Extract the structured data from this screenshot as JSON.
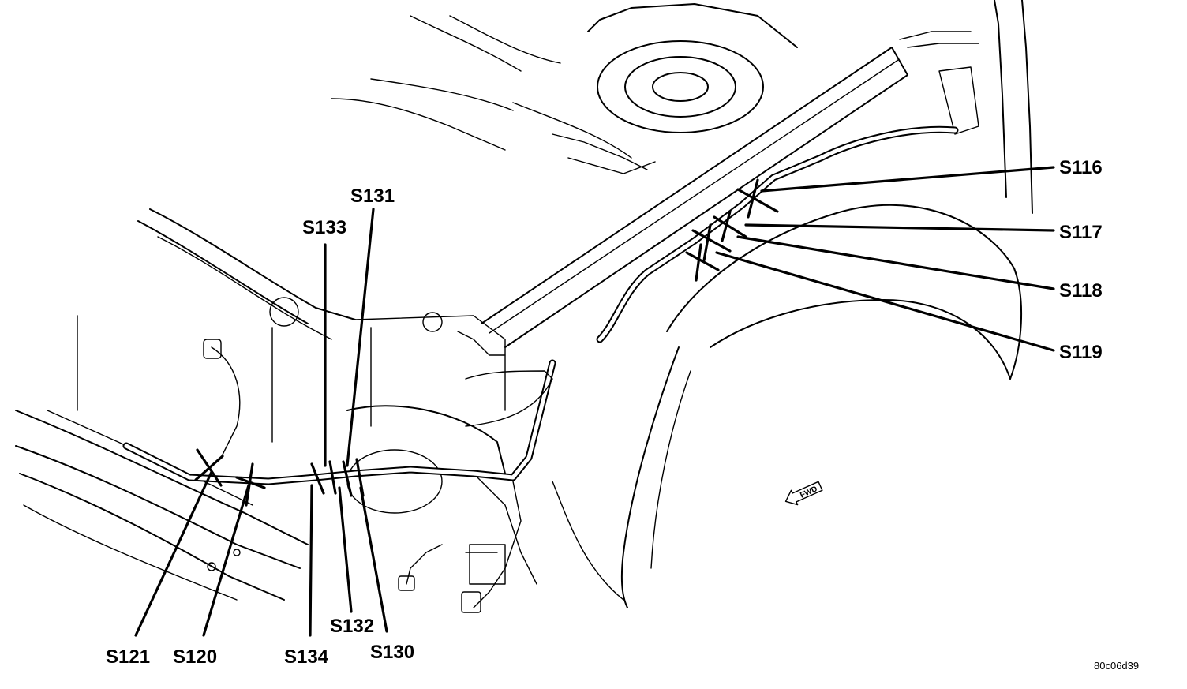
{
  "figure_code": "80c06d39",
  "direction_label": "FWD",
  "splices": [
    {
      "id": "s116",
      "label": "S116"
    },
    {
      "id": "s117",
      "label": "S117"
    },
    {
      "id": "s118",
      "label": "S118"
    },
    {
      "id": "s119",
      "label": "S119"
    },
    {
      "id": "s131",
      "label": "S131"
    },
    {
      "id": "s133",
      "label": "S133"
    },
    {
      "id": "s121",
      "label": "S121"
    },
    {
      "id": "s120",
      "label": "S120"
    },
    {
      "id": "s134",
      "label": "S134"
    },
    {
      "id": "s132",
      "label": "S132"
    },
    {
      "id": "s130",
      "label": "S130"
    }
  ]
}
